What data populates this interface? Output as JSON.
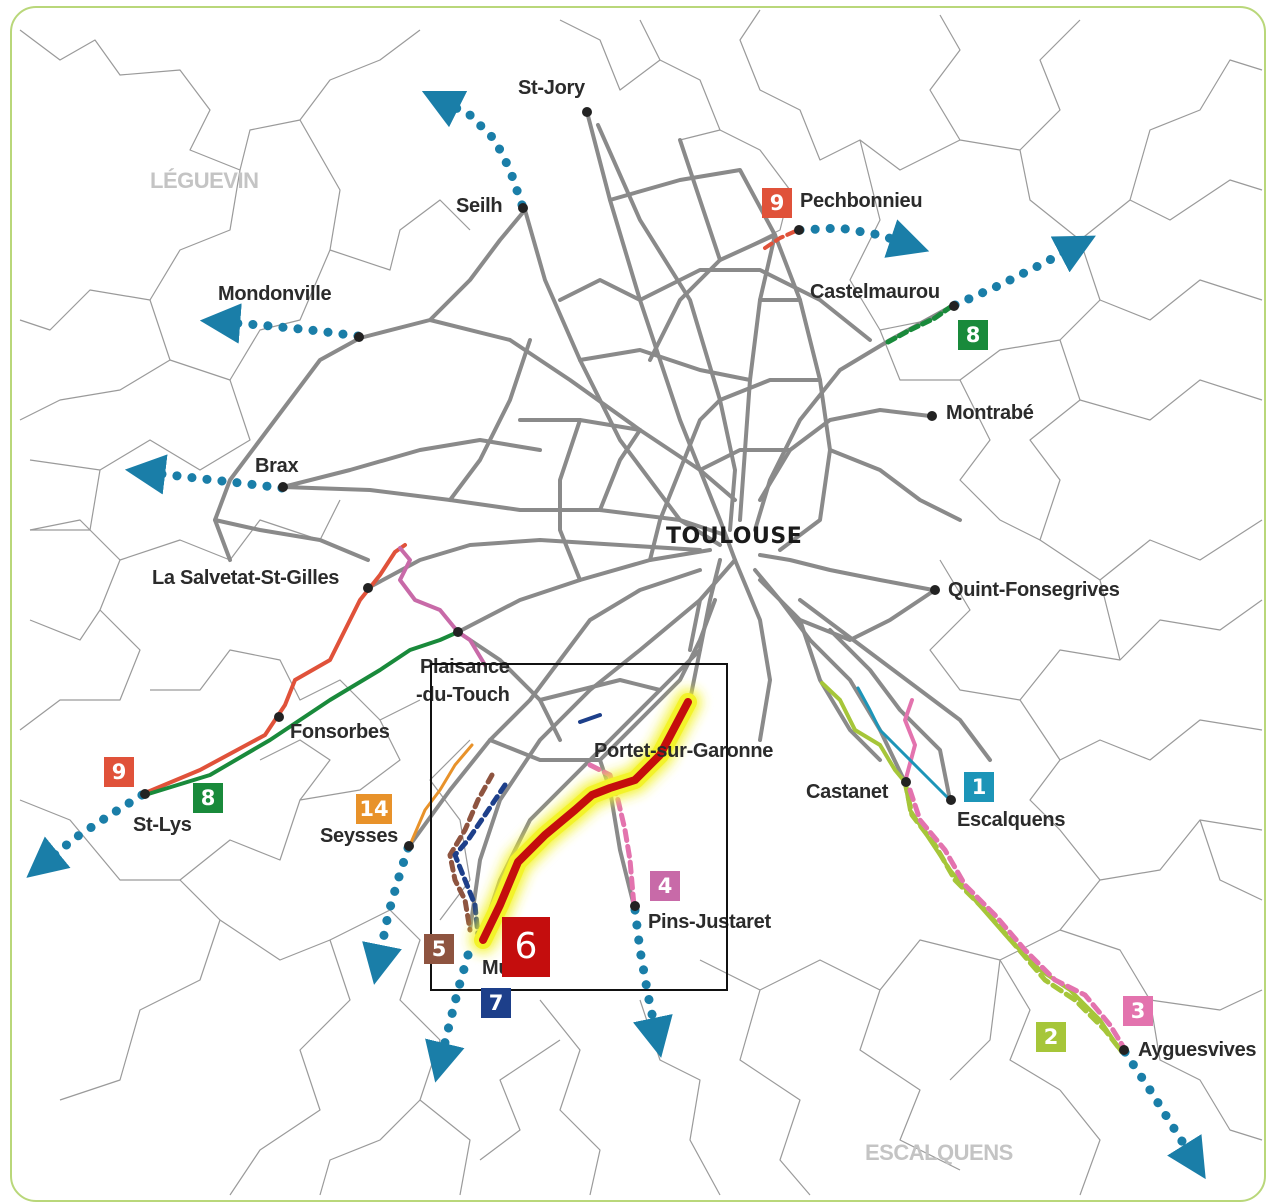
{
  "map": {
    "city": "TOULOUSE",
    "area_labels": [
      "LÉGUEVIN",
      "ESCALQUENS"
    ],
    "towns": [
      "St-Jory",
      "Seilh",
      "Pechbonnieu",
      "Mondonville",
      "Castelmaurou",
      "Montrabé",
      "Brax",
      "Quint-Fonsegrives",
      "La Salvetat-St-Gilles",
      "Plaisance",
      "-du-Touch",
      "Fonsorbes",
      "Portet-sur-Garonne",
      "Castanet",
      "Escalquens",
      "St-Lys",
      "Seysses",
      "Pins-Justaret",
      "Muret",
      "Ayguesvives"
    ],
    "lines": [
      {
        "number": "1",
        "color": "#1c95b8"
      },
      {
        "number": "2",
        "color": "#a6c639"
      },
      {
        "number": "3",
        "color": "#e373ae"
      },
      {
        "number": "4",
        "color": "#c86aa8"
      },
      {
        "number": "5",
        "color": "#8e5440"
      },
      {
        "number": "6",
        "color": "#c40d0d"
      },
      {
        "number": "7",
        "color": "#1d3f8a"
      },
      {
        "number": "8",
        "color": "#198a3b"
      },
      {
        "number": "9",
        "color": "#e0523a"
      },
      {
        "number": "14",
        "color": "#e8922a"
      }
    ],
    "highlight": {
      "line": "6",
      "color": "#c40d0d",
      "glow": "#f3f32a"
    },
    "road_color": "#8a8a8a",
    "boundary_color": "#9a9a9a",
    "arrow_color": "#1a7ea8"
  }
}
